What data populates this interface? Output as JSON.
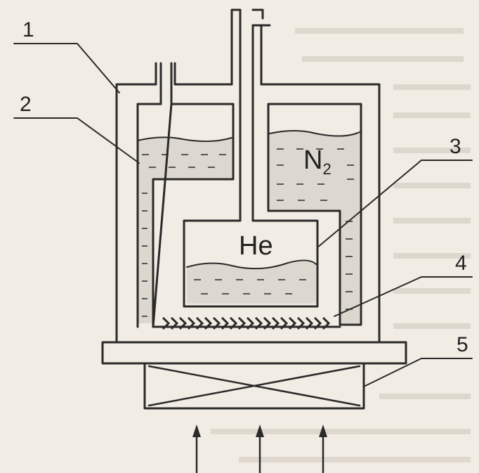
{
  "diagram": {
    "labels": {
      "item1": "1",
      "item2": "2",
      "item3": "3",
      "item4": "4",
      "item5": "5"
    },
    "nitrogen_label": "N",
    "nitrogen_subscript": "2",
    "helium_label": "He",
    "colors": {
      "ink": "#2a2a2a",
      "paper": "#f2ede4",
      "liquid": "#dcd8cf"
    }
  }
}
